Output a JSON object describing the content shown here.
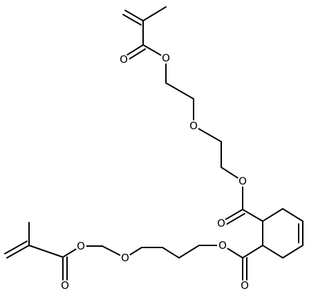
{
  "diagram": {
    "type": "chemical-structure",
    "colors": {
      "bond": "#000000",
      "background": "#ffffff"
    },
    "atom_labels": {
      "o_top_carbonyl": "O",
      "o_top_ester": "O",
      "o_top_ether": "O",
      "o_mid_ester": "O",
      "o_upper_ring_carbonyl": "O",
      "o_lower_ester": "O",
      "o_lower_ether": "O",
      "o_bottom_ester": "O",
      "o_bottom_carbonyl": "O"
    }
  }
}
